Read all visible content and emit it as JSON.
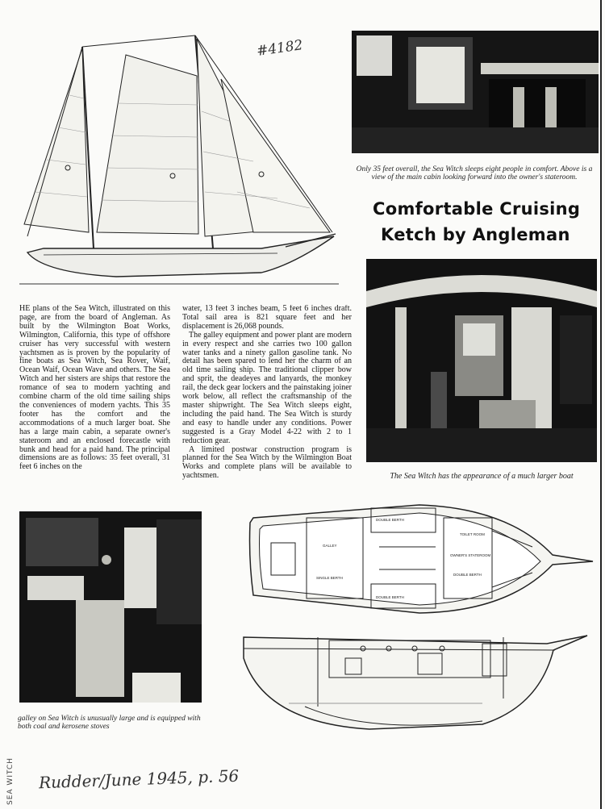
{
  "annotations": {
    "catalog_number": "#4182",
    "source_note": "Rudder/June 1945, p. 56",
    "side_note": "SEA WITCH"
  },
  "headline": {
    "line1": "Comfortable Cruising",
    "line2": "Ketch by Angleman"
  },
  "captions": {
    "cabin_photo": "Only 35 feet overall, the Sea Witch sleeps eight people in comfort. Above is a view of the main cabin looking forward into the owner's stateroom.",
    "interior_photo": "The Sea Witch has the appearance of a much larger boat",
    "galley_photo": "galley on Sea Witch is unusually large and is equipped with both coal and kerosene stoves"
  },
  "article": {
    "col1": "HE plans of the Sea Witch, illustrated on this page, are from the board of Angleman. As built by the Wilmington Boat Works, Wilmington, California, this type of offshore cruiser has very successful with western yachtsmen as is proven by the popularity of fine boats as Sea Witch, Sea Rover, Waif, Ocean Waif, Ocean Wave and others. The Sea Witch and her sisters are ships that restore the romance of sea to modern yachting and combine charm of the old time sailing ships the conveniences of modern yachts. This 35 footer has the comfort and the accommodations of a much larger boat. She has a large main cabin, a separate owner's stateroom and an enclosed forecastle with bunk and head for a paid hand. The principal dimensions are as follows: 35 feet overall, 31 feet 6 inches on the",
    "col2_p1": "water, 13 feet 3 inches beam, 5 feet 6 inches draft. Total sail area is 821 square feet and her displacement is 26,068 pounds.",
    "col2_p2": "The galley equipment and power plant are modern in every respect and she carries two 100 gallon water tanks and a ninety gallon gasoline tank. No detail has been spared to lend her the charm of an old time sailing ship. The traditional clipper bow and sprit, the deadeyes and lanyards, the monkey rail, the deck gear lockers and the painstaking joiner work below, all reflect the craftsmanship of the master shipwright. The Sea Witch sleeps eight, including the paid hand. The Sea Witch is sturdy and easy to handle under any conditions. Power suggested is a Gray Model 4-22 with 2 to 1 reduction gear.",
    "col2_p3": "A limited postwar construction program is planned for the Sea Witch by the Wilmington Boat Works and complete plans will be available to yachtsmen."
  },
  "plan_labels": {
    "berth_1": "DOUBLE BERTH",
    "berth_2": "SINGLE BERTH",
    "berth_3": "DOUBLE BERTH",
    "berth_4": "DOUBLE BERTH",
    "galley": "GALLEY",
    "toilet": "TOILET ROOM",
    "owners": "OWNER'S STATEROOM"
  }
}
